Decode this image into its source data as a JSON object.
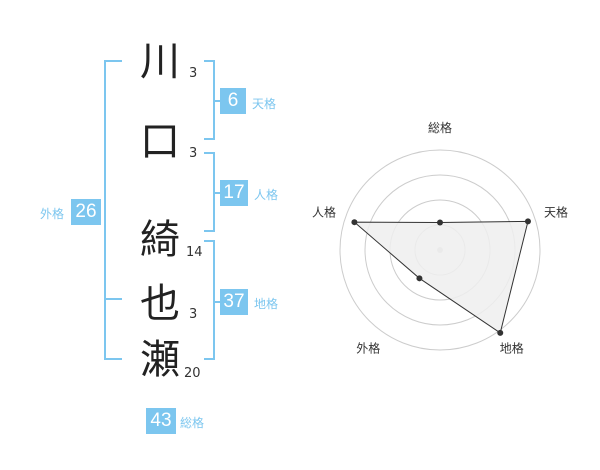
{
  "name": {
    "characters": [
      {
        "char": "川",
        "strokes": "3"
      },
      {
        "char": "口",
        "strokes": "3"
      },
      {
        "char": "綺",
        "strokes": "14"
      },
      {
        "char": "也",
        "strokes": "3"
      },
      {
        "char": "瀬",
        "strokes": "20"
      }
    ]
  },
  "kakusu": {
    "tenkaku": {
      "value": "6",
      "label": "天格"
    },
    "jinkaku": {
      "value": "17",
      "label": "人格"
    },
    "chikaku": {
      "value": "37",
      "label": "地格"
    },
    "gaikaku": {
      "value": "26",
      "label": "外格"
    },
    "soukaku": {
      "value": "43",
      "label": "総格"
    }
  },
  "colors": {
    "accent": "#7cc6ef",
    "text": "#222222",
    "grid": "#cccccc",
    "polygon_fill": "#eeeeee",
    "polygon_stroke": "#333333"
  },
  "chart_data": {
    "type": "radar",
    "axes": [
      "総格",
      "天格",
      "地格",
      "外格",
      "人格"
    ],
    "scale_max": 4,
    "rings": 4,
    "values": [
      1.1,
      3.7,
      4.1,
      1.4,
      3.6
    ]
  }
}
